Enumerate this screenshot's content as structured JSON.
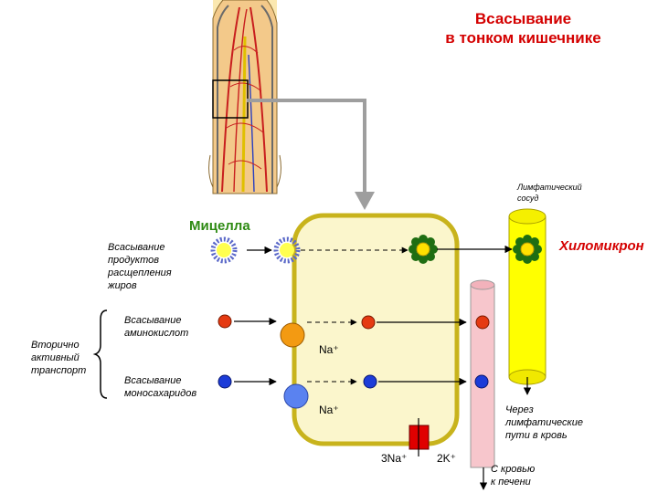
{
  "title": "Всасывание\nв тонком кишечнике",
  "labels": {
    "lymph_vessel": "Лимфатический\nсосуд",
    "micelle": "Мицелла",
    "chylomicron": "Хиломикрон",
    "fat_absorption": "Всасывание\nпродуктов\nрасщепления\nжиров",
    "amino_absorption": "Всасывание\nаминокислот",
    "secondary_transport": "Вторично\nактивный\nтранспорт",
    "mono_absorption": "Всасывание\nмоносахаридов",
    "via_lymph": "Через\nлимфатические\nпути в кровь",
    "with_blood": "С кровью\nк печени"
  },
  "ions": {
    "na_amino": "Na⁺",
    "na_mono": "Na⁺",
    "na3": "3Na⁺",
    "k2": "2K⁺"
  },
  "colors": {
    "title": "#d40000",
    "micelle_label": "#2d8a12",
    "cell_fill": "#fbf6cc",
    "cell_border": "#c8b31c",
    "lymph_vessel": "#ffff00",
    "blood_vessel": "#f7c6cc",
    "amino_acid": "#e53a12",
    "monosaccharide": "#1c3cd8",
    "na_k_pump": "#e00000",
    "amino_transporter": "#f39a12",
    "mono_transporter": "#5a82f0",
    "chylomicron_core": "#ffe100",
    "chylomicron_petals": "#1f6e12"
  }
}
